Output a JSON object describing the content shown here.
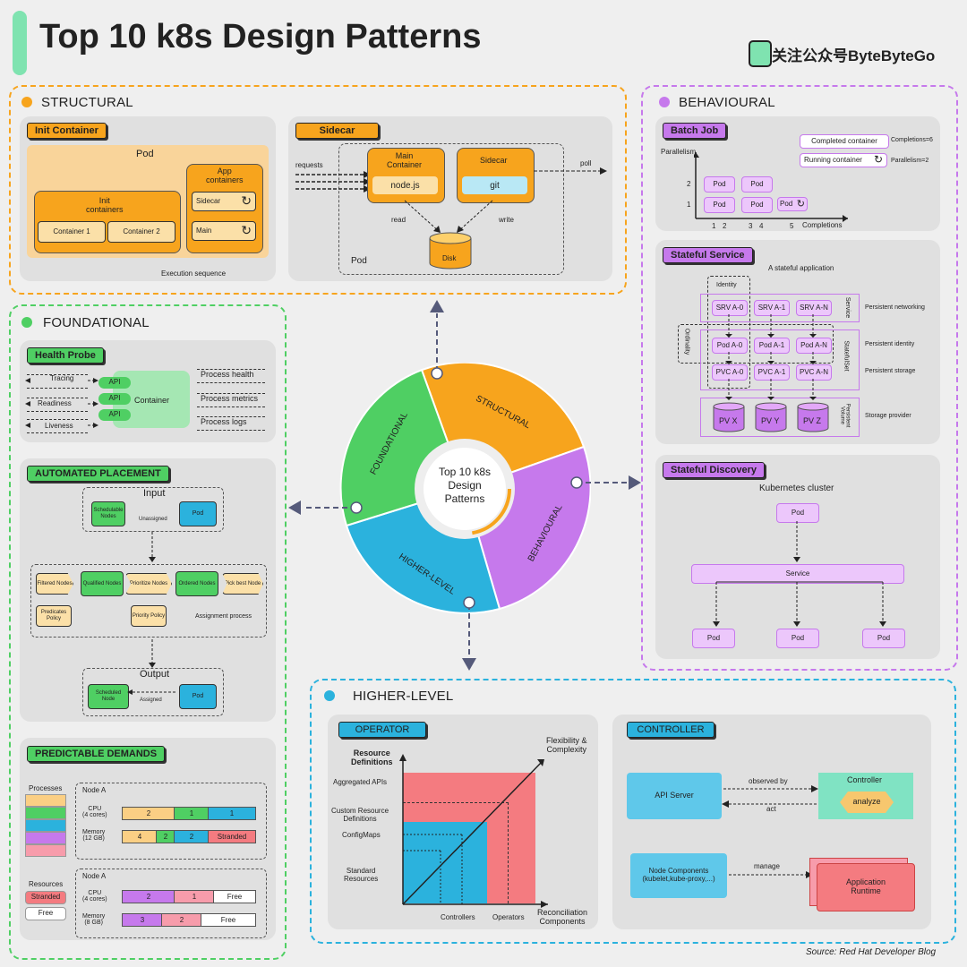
{
  "header": {
    "title": "Top 10 k8s Design Patterns",
    "brand": "关注公众号ByteByteGo",
    "source": "Source: Red Hat Developer Blog"
  },
  "sections": {
    "structural": "STRUCTURAL",
    "foundational": "FOUNDATIONAL",
    "behavioural": "BEHAVIOURAL",
    "higher_level": "HIGHER-LEVEL"
  },
  "wheel": {
    "center": "Top 10 k8s\nDesign\nPatterns",
    "structural": "STRUCTURAL",
    "foundational": "FOUNDATIONAL",
    "behavioural": "BEHAVIOURAL",
    "higher": "HIGHER-LEVEL"
  },
  "init": {
    "tag": "Init Container",
    "pod": "Pod",
    "init_containers": "Init\ncontainers",
    "c1": "Container 1",
    "c2": "Container 2",
    "app_containers": "App\ncontainers",
    "sidecar": "Sidecar",
    "main": "Main",
    "exec": "Execution sequence"
  },
  "sidecar": {
    "tag": "Sidecar",
    "requests": "requests",
    "main_container": "Main\nContainer",
    "nodejs": "node.js",
    "sidecar": "Sidecar",
    "git": "git",
    "poll": "poll",
    "read": "read",
    "write": "write",
    "disk": "Disk",
    "pod": "Pod"
  },
  "health": {
    "tag": "Health Probe",
    "tracing": "Tracing",
    "readiness": "Readiness",
    "liveness": "Liveness",
    "api": "API",
    "container": "Container",
    "p_health": "Process health",
    "p_metrics": "Process metrics",
    "p_logs": "Process logs"
  },
  "placement": {
    "tag": "AUTOMATED PLACEMENT",
    "input": "Input",
    "schedulable": "Schedulable\nNodes",
    "unassigned": "Unassigned",
    "pod": "Pod",
    "filtered": "Filtered\nNodes",
    "qualified": "Qualified\nNodes",
    "prioritize": "Prioritize\nNodes",
    "ordered": "Ordered\nNodes",
    "pick": "Pick best\nNode",
    "predicates": "Predicates\nPolicy",
    "priority": "Priority\nPolicy",
    "assignment": "Assignment process",
    "output": "Output",
    "scheduled": "Scheduled\nNode",
    "assigned": "Assigned"
  },
  "demands": {
    "tag": "PREDICTABLE DEMANDS",
    "processes": "Processes",
    "resources": "Resources",
    "stranded": "Stranded",
    "free": "Free",
    "nodeA": "Node A",
    "cpu4": "CPU\n(4 cores)",
    "mem12": "Memory\n(12 GB)",
    "cpu4b": "CPU\n(4 cores)",
    "mem8": "Memory\n(8 GB)",
    "r1": [
      "2",
      "1",
      "1"
    ],
    "r2": [
      "4",
      "2",
      "2",
      "Stranded"
    ],
    "r3": [
      "2",
      "1",
      "Free"
    ],
    "r4": [
      "3",
      "2",
      "Free"
    ]
  },
  "batch": {
    "tag": "Batch Job",
    "parallelism": "Parallelism",
    "completed": "Completed container",
    "completions6": "Completions=6",
    "running": "Running container",
    "parallelism2": "Parallelism=2",
    "pod": "Pod",
    "completions": "Completions",
    "y2": "2",
    "y1": "1",
    "x1": "1",
    "x2": "2",
    "x3": "3",
    "x4": "4",
    "x5": "5"
  },
  "stateful": {
    "tag": "Stateful Service",
    "app": "A stateful application",
    "identity": "Identity",
    "ordinality": "Ordinality",
    "srv": [
      "SRV A-0",
      "SRV A-1",
      "SRV A-N"
    ],
    "pods": [
      "Pod A-0",
      "Pod A-1",
      "Pod A-N"
    ],
    "pvc": [
      "PVC A-0",
      "PVC A-1",
      "PVC A-N"
    ],
    "pv": [
      "PV X",
      "PV Y",
      "PV Z"
    ],
    "service": "Service",
    "statefulset": "StatefulSet",
    "pvol": "Persistent\nVolume",
    "persistent_net": "Persistent networking",
    "persistent_id": "Persistent identity",
    "persistent_storage": "Persistent storage",
    "storage_provider": "Storage provider"
  },
  "discovery": {
    "tag": "Stateful Discovery",
    "cluster": "Kubernetes cluster",
    "pod": "Pod",
    "service": "Service"
  },
  "operator": {
    "tag": "OPERATOR",
    "resdef": "Resource\nDefinitions",
    "flex": "Flexibility &\nComplexity",
    "agg": "Aggregated APIs",
    "crd": "Custom Resource\nDefinitions",
    "cfg": "ConfigMaps",
    "std": "Standard\nResources",
    "controllers": "Controllers",
    "operators": "Operators",
    "recon": "Reconciliation\nComponents"
  },
  "controller": {
    "tag": "CONTROLLER",
    "api": "API Server",
    "observed": "observed by",
    "act": "act",
    "controller": "Controller",
    "analyze": "analyze",
    "node": "Node Components\n(kubelet,kube-proxy,...)",
    "manage": "manage",
    "app": "Application\nRuntime"
  },
  "colors": {
    "orange": "#f7a41d",
    "green": "#4fcf63",
    "purple": "#c679ec",
    "blue": "#2bb2dd"
  }
}
